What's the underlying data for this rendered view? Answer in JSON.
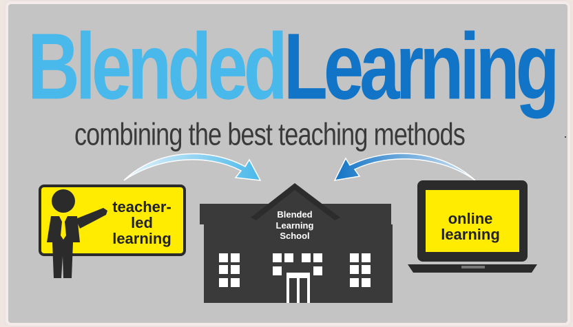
{
  "title": {
    "part1": "Blended",
    "part2": "Learning"
  },
  "subtitle": "combining the best teaching methods",
  "teacher_label": [
    "teacher-",
    "led",
    "learning"
  ],
  "school_label": [
    "Blended",
    "Learning",
    "School"
  ],
  "online_label": [
    "online",
    "learning"
  ],
  "colors": {
    "title_light": "#49b8ea",
    "title_dark": "#1274c6",
    "highlight_yellow": "#ffec00",
    "dark_gray": "#3a3a3a",
    "background_gray": "#c4c4c4"
  },
  "icons": [
    "teacher-icon",
    "school-building-icon",
    "laptop-icon",
    "arrow-left-icon",
    "arrow-right-icon"
  ]
}
